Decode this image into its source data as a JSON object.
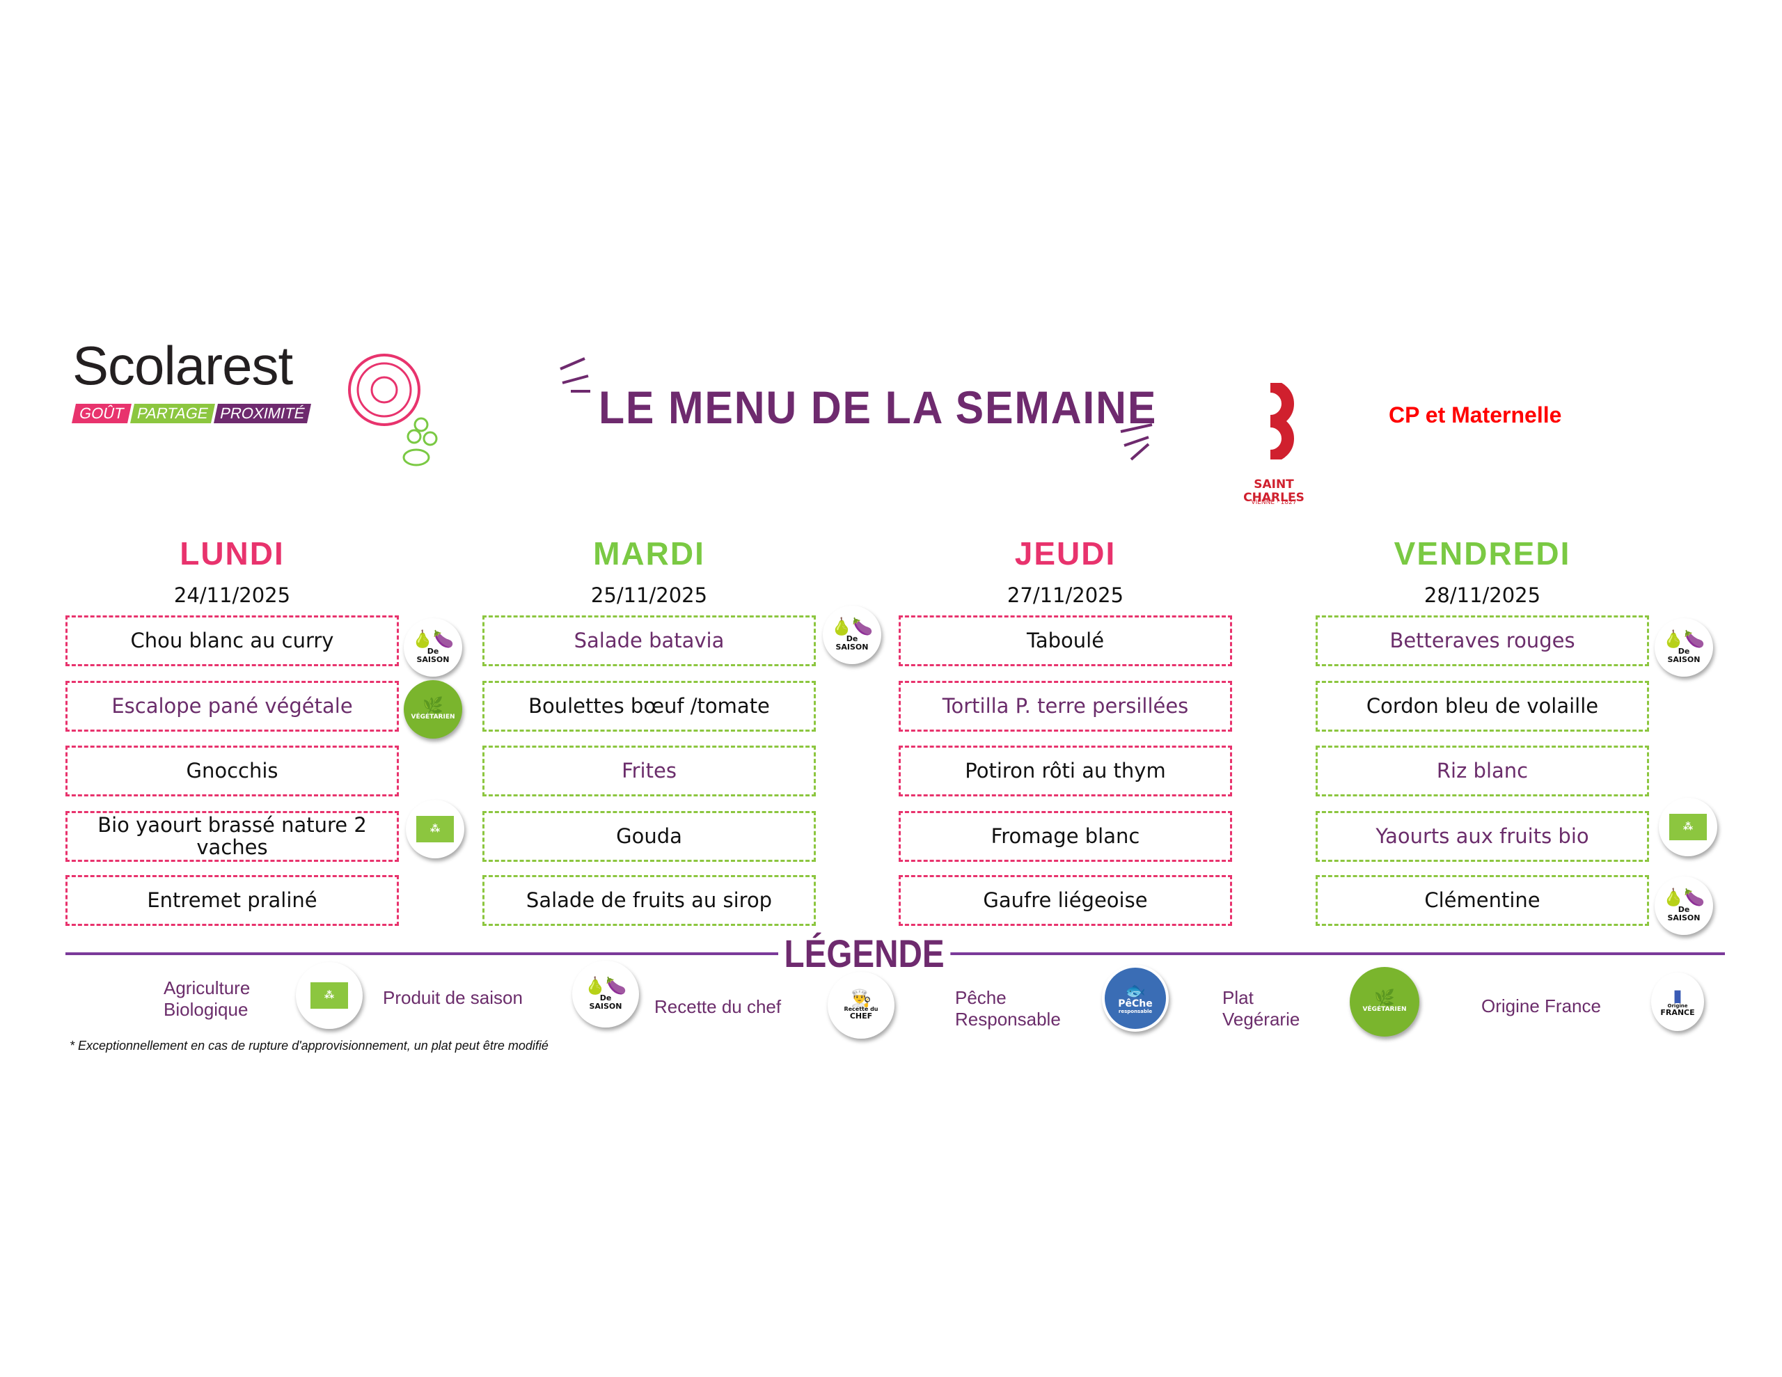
{
  "header": {
    "brand": "Scolarest",
    "taglines": [
      "GOÛT",
      "PARTAGE",
      "PROXIMITÉ"
    ],
    "title": "LE MENU DE LA SEMAINE",
    "school": "SAINT CHARLES",
    "school_sub": "VIENNE · 1827",
    "audience": "CP et Maternelle"
  },
  "colors": {
    "pink": "#e8336d",
    "green": "#8cc63f",
    "purple": "#6b2d6b"
  },
  "days": [
    {
      "name": "LUNDI",
      "date": "24/11/2025",
      "items": [
        "Chou blanc au curry",
        "Escalope pané végétale",
        "Gnocchis",
        "Bio yaourt brassé nature 2 vaches",
        "Entremet praliné"
      ]
    },
    {
      "name": "MARDI",
      "date": "25/11/2025",
      "items": [
        "Salade batavia",
        "Boulettes bœuf /tomate",
        "Frites",
        "Gouda",
        "Salade de fruits au sirop"
      ]
    },
    {
      "name": "JEUDI",
      "date": "27/11/2025",
      "items": [
        "Taboulé",
        "Tortilla P. terre persillées",
        "Potiron rôti au thym",
        "Fromage blanc",
        "Gaufre liégeoise"
      ]
    },
    {
      "name": "VENDREDI",
      "date": "28/11/2025",
      "items": [
        "Betteraves rouges",
        "Cordon bleu de volaille",
        "Riz blanc",
        "Yaourts aux fruits bio",
        "Clémentine"
      ]
    }
  ],
  "badges": {
    "saison_top": "De",
    "saison": "SAISON",
    "veg": "VÉGÉTARIEN",
    "chef_top": "Recette du",
    "chef": "CHEF",
    "peche": "PêChe",
    "peche_sub": "responsable",
    "france_top": "Origine",
    "france": "FRANCE"
  },
  "legend": {
    "title": "LÉGENDE",
    "items": [
      "Agriculture Biologique",
      "Produit de saison",
      "Recette du chef",
      "Pêche Responsable",
      "Plat Vegérarie",
      "Origine France"
    ]
  },
  "footnote": "* Exceptionnellement en cas de rupture d'approvisionnement, un plat peut être modifié"
}
